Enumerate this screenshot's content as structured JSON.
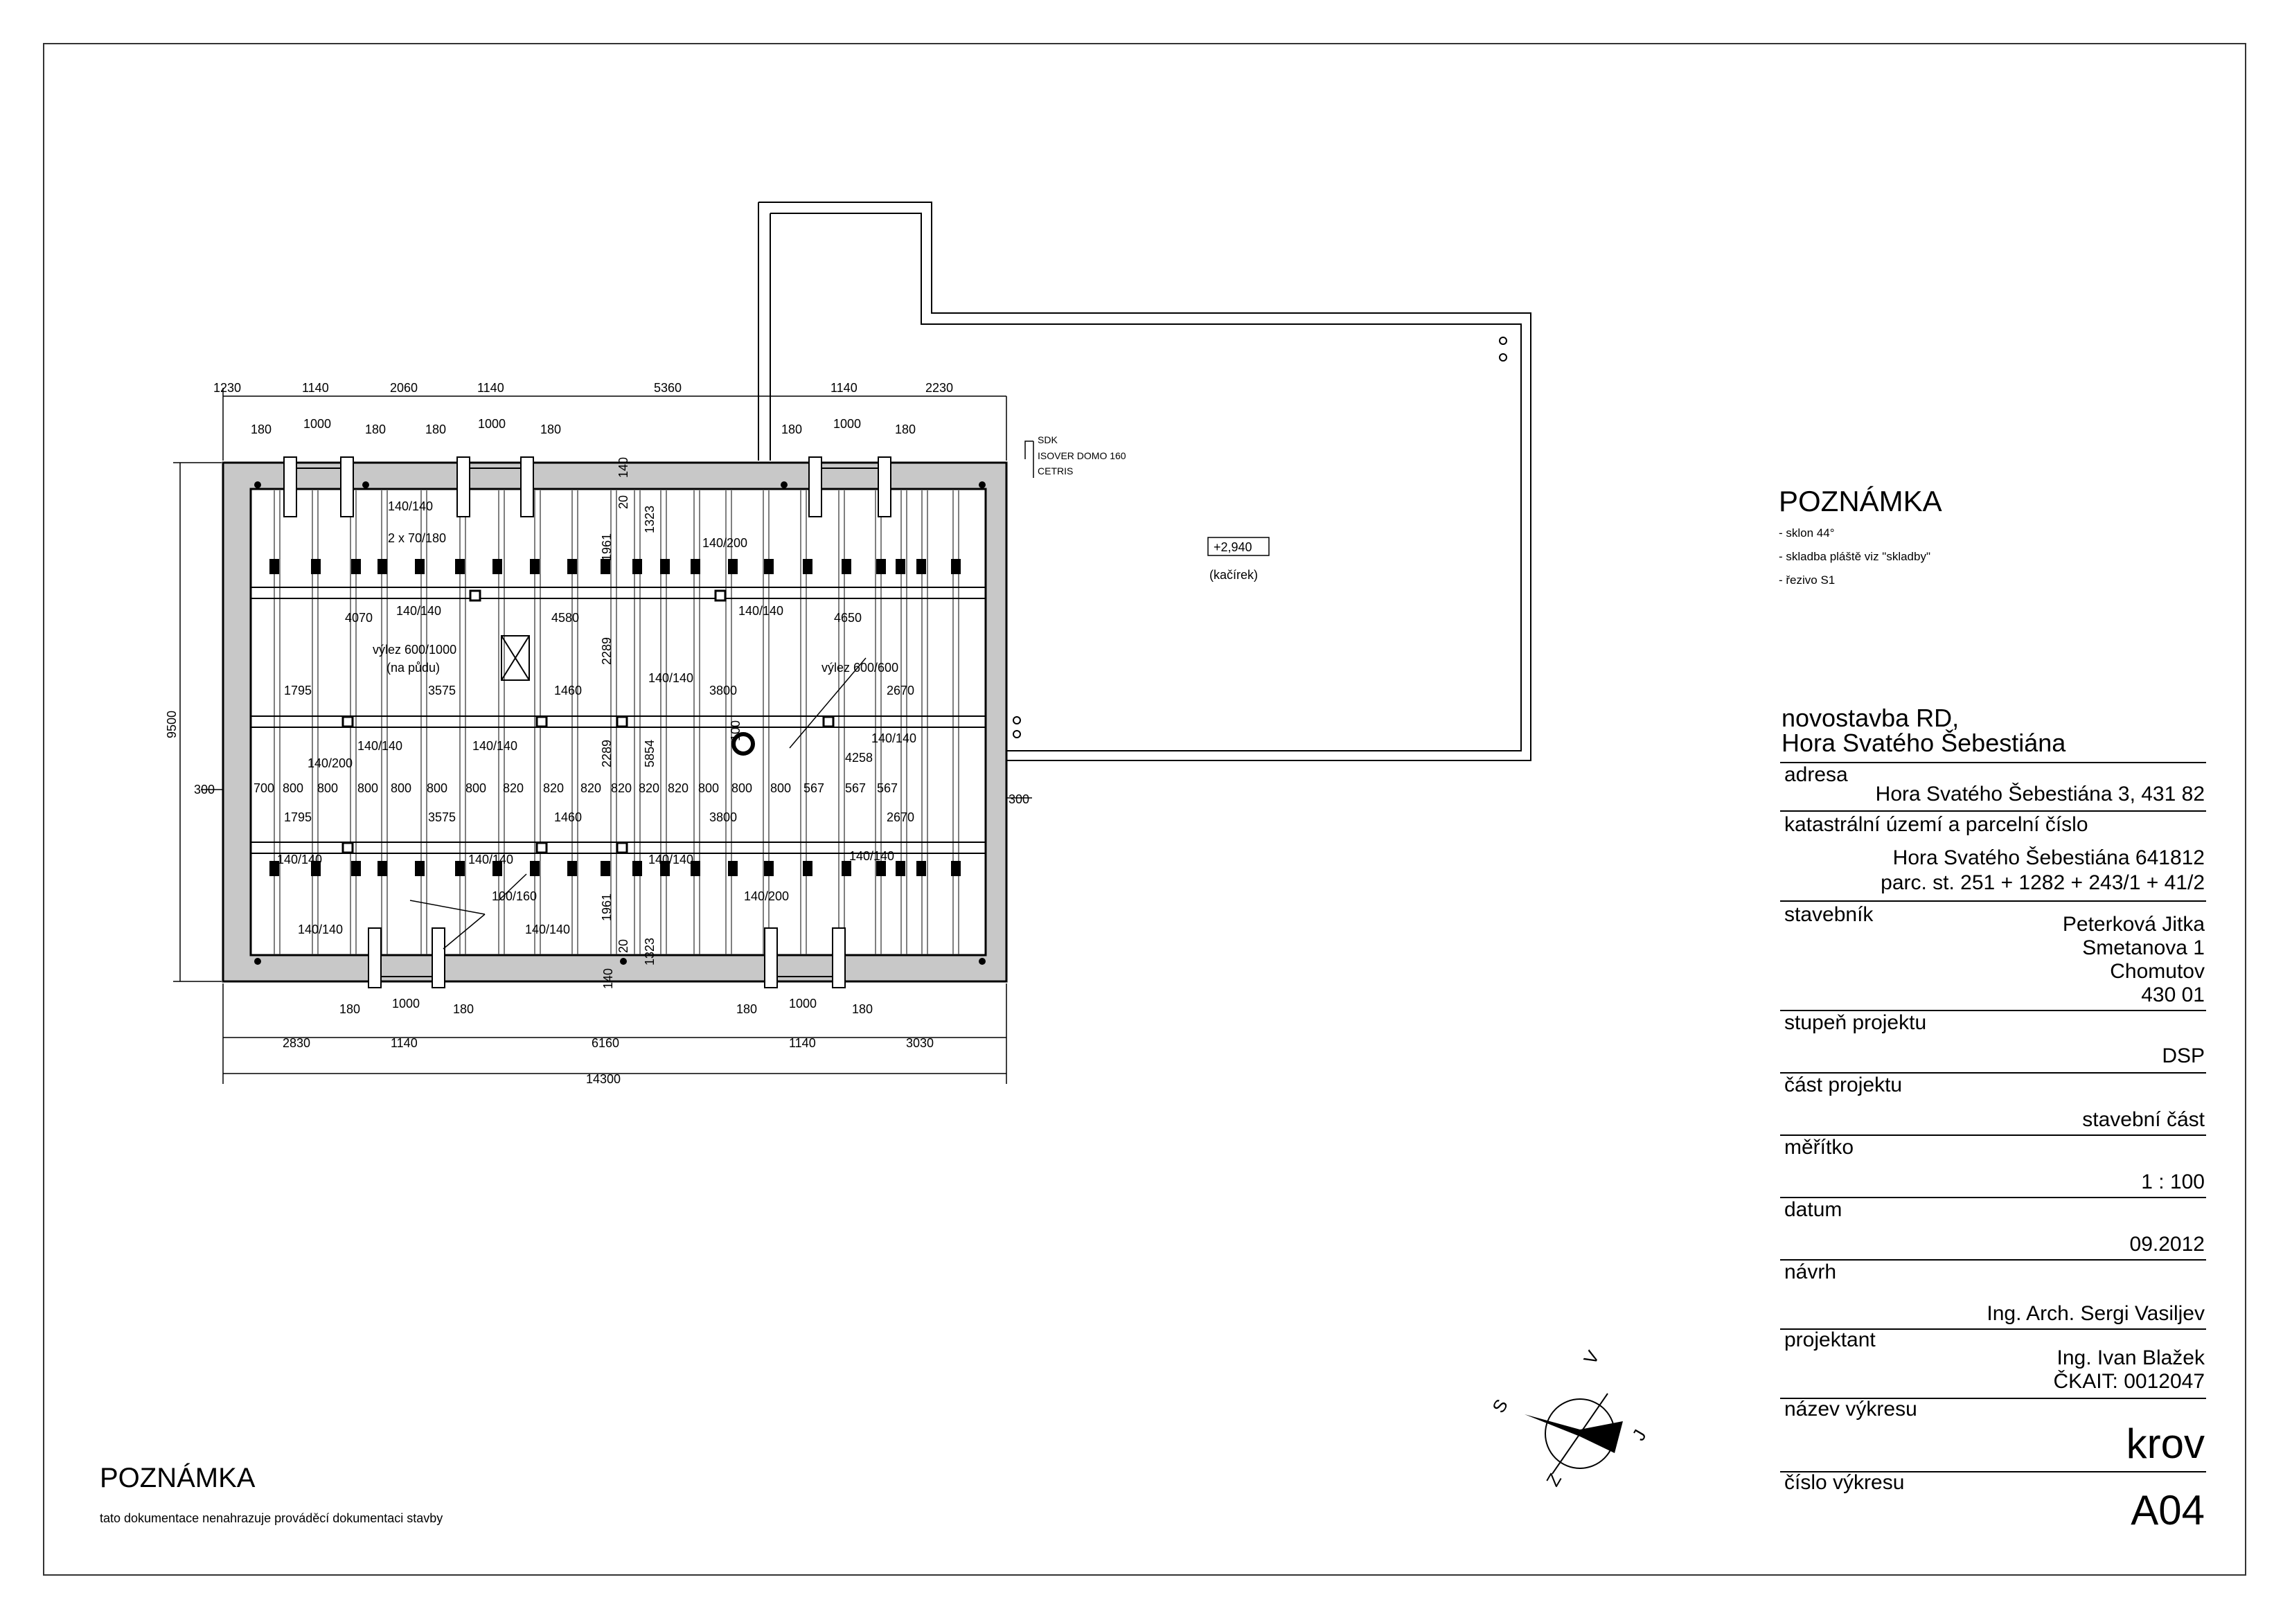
{
  "plan": {
    "top_dims_outer": [
      "1230",
      "1140",
      "2060",
      "1140",
      "5360",
      "1140",
      "2230"
    ],
    "top_dims_inner": [
      "180",
      "1000",
      "180",
      "180",
      "1000",
      "180",
      "180",
      "1000",
      "180"
    ],
    "bottom_dims_inner": [
      "180",
      "1000",
      "180",
      "180",
      "1000",
      "180"
    ],
    "bottom_dims_outer": [
      "2830",
      "1140",
      "6160",
      "1140",
      "3030"
    ],
    "overall_width": "14300",
    "overall_height": "9500",
    "side_offset": "300",
    "layer_labels": [
      "SDK",
      "ISOVER DOMO 160",
      "CETRIS"
    ],
    "level_mark": "+2,940",
    "level_note": "(kačírek)",
    "labels": {
      "post_140": "140/140",
      "rafter_pair": "2 x 70/180",
      "purlin": "140/200",
      "strut": "100/160",
      "hatch_attic": "výlez 600/1000",
      "hatch_attic_note": "(na půdu)",
      "hatch_roof": "výlez 600/600",
      "d4070": "4070",
      "d4580": "4580",
      "d4650": "4650",
      "d1795": "1795",
      "d3575": "3575",
      "d1460": "1460",
      "d3800": "3800",
      "d2670": "2670",
      "d2289": "2289",
      "d5854": "5854",
      "d1961": "1961",
      "d1323": "1323",
      "d4258": "4258",
      "d20": "20",
      "d140": "140",
      "d100": "100"
    },
    "spacing_row": [
      "700",
      "800",
      "800",
      "800",
      "800",
      "800",
      "800",
      "820",
      "820",
      "820",
      "820",
      "820",
      "820",
      "800",
      "800",
      "800",
      "567",
      "567",
      "567"
    ]
  },
  "note_right": {
    "title": "POZNÁMKA",
    "items": [
      "- sklon 44°",
      "- skladba pláště viz \"skladby\"",
      "- řezivo S1"
    ]
  },
  "note_bottom": {
    "title": "POZNÁMKA",
    "text": "tato dokumentace nenahrazuje prováděcí dokumentaci stavby"
  },
  "compass": {
    "n": "S",
    "e": "V",
    "s": "J",
    "w": "Z"
  },
  "title_block": {
    "project_line1": "novostavba RD,",
    "project_line2": "Hora Svatého Šebestiána",
    "address_label": "adresa",
    "address_value": "Hora Svatého Šebestiána 3, 431 82",
    "cadastre_label": "katastrální území a parcelní číslo",
    "cadastre_value1": "Hora Svatého Šebestiána 641812",
    "cadastre_value2": "parc. st. 251 + 1282 + 243/1 + 41/2",
    "owner_label": "stavebník",
    "owner_name": "Peterková Jitka",
    "owner_street": "Smetanova 1",
    "owner_city": "Chomutov",
    "owner_zip": "430 01",
    "stage_label": "stupeň projektu",
    "stage_value": "DSP",
    "part_label": "část projektu",
    "part_value": "stavební část",
    "scale_label": "měřítko",
    "scale_value": "1 : 100",
    "date_label": "datum",
    "date_value": "09.2012",
    "design_label": "návrh",
    "design_value": "Ing. Arch. Sergi Vasiljev",
    "engineer_label": "projektant",
    "engineer_name": "Ing. Ivan Blažek",
    "engineer_id": "ČKAIT: 0012047",
    "drawing_name_label": "název výkresu",
    "drawing_name_value": "krov",
    "drawing_no_label": "číslo výkresu",
    "drawing_no_value": "A04"
  }
}
